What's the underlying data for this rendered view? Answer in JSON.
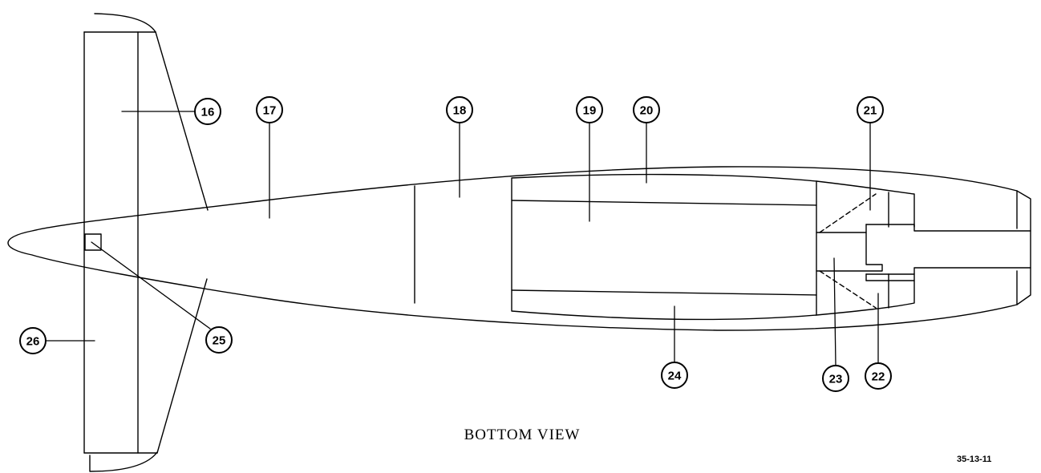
{
  "view_title": "BOTTOM VIEW",
  "figure_number": "35-13-11",
  "callouts": [
    {
      "id": "16",
      "label": "16"
    },
    {
      "id": "17",
      "label": "17"
    },
    {
      "id": "18",
      "label": "18"
    },
    {
      "id": "19",
      "label": "19"
    },
    {
      "id": "20",
      "label": "20"
    },
    {
      "id": "21",
      "label": "21"
    },
    {
      "id": "22",
      "label": "22"
    },
    {
      "id": "23",
      "label": "23"
    },
    {
      "id": "24",
      "label": "24"
    },
    {
      "id": "25",
      "label": "25"
    },
    {
      "id": "26",
      "label": "26"
    }
  ]
}
